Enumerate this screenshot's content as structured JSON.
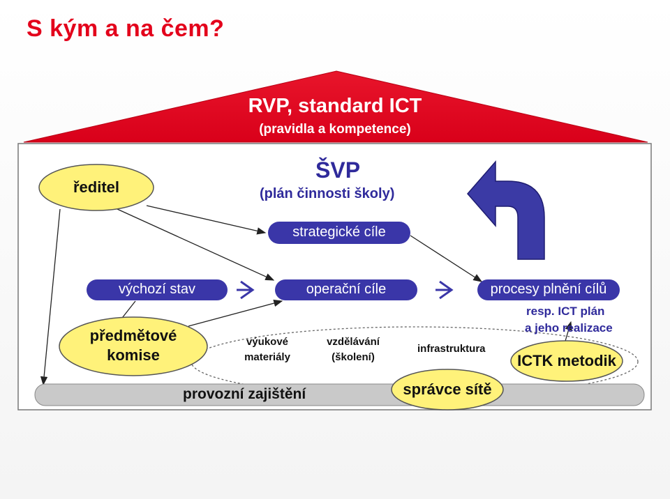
{
  "slide_title": "S kým a na čem?",
  "roof": {
    "title": "RVP, standard ICT",
    "subtitle": "(pravidla a kompetence)"
  },
  "svp": {
    "title": "ŠVP",
    "subtitle": "(plán činnosti školy)"
  },
  "pills": {
    "strategic": "strategické cíle",
    "initial": "výchozí stav",
    "operational": "operační cíle",
    "processes": "procesy plnění cílů",
    "operations": "provozní zajištění"
  },
  "ovals": {
    "director": "ředitel",
    "committees_line1": "předmětové",
    "committees_line2": "komise",
    "network_admin": "správce sítě",
    "ict_methodist": "ICTK metodik"
  },
  "ict_plan": {
    "line1": "resp. ICT plán",
    "line2": "a jeho realizace"
  },
  "resources": {
    "materials_line1": "výukové",
    "materials_line2": "materiály",
    "training_line1": "vzdělávání",
    "training_line2": "(školení)",
    "infrastructure": "infrastruktura"
  },
  "colors": {
    "title_red": "#e3001b",
    "roof_red": "#e1001a",
    "pill_blue": "#3a36a8",
    "oval_yellow": "#fff27a",
    "arrow_blue": "#3b3aa5",
    "bar_gray": "#c9c9c9"
  },
  "icons": {
    "arrow": "chevron-right-icon",
    "loop": "curved-arrow-icon"
  }
}
